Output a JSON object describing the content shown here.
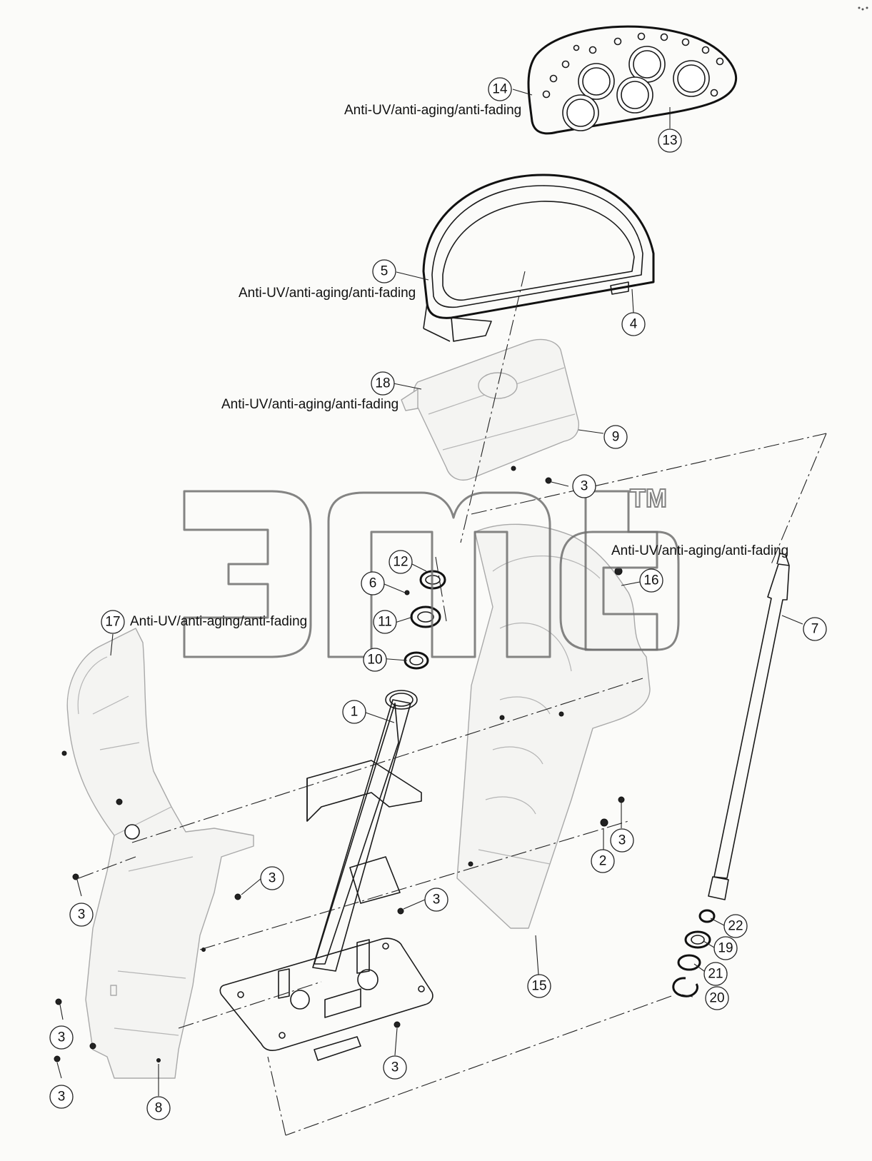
{
  "diagram": {
    "title": "",
    "note_text": "Anti-UV/anti-aging/anti-fading",
    "watermark": "3mcb",
    "watermark_mark": "TM"
  },
  "callouts": [
    {
      "id": "b14",
      "num": "14"
    },
    {
      "id": "b13",
      "num": "13"
    },
    {
      "id": "b5",
      "num": "5"
    },
    {
      "id": "b4",
      "num": "4"
    },
    {
      "id": "b18",
      "num": "18"
    },
    {
      "id": "b9",
      "num": "9"
    },
    {
      "id": "b3a",
      "num": "3"
    },
    {
      "id": "b12",
      "num": "12"
    },
    {
      "id": "b6",
      "num": "6"
    },
    {
      "id": "b11",
      "num": "11"
    },
    {
      "id": "b10",
      "num": "10"
    },
    {
      "id": "b16",
      "num": "16"
    },
    {
      "id": "b7",
      "num": "7"
    },
    {
      "id": "b17",
      "num": "17"
    },
    {
      "id": "b1",
      "num": "1"
    },
    {
      "id": "b3b",
      "num": "3"
    },
    {
      "id": "b2",
      "num": "2"
    },
    {
      "id": "b3c",
      "num": "3"
    },
    {
      "id": "b3d",
      "num": "3"
    },
    {
      "id": "b3e",
      "num": "3"
    },
    {
      "id": "b22",
      "num": "22"
    },
    {
      "id": "b19",
      "num": "19"
    },
    {
      "id": "b21",
      "num": "21"
    },
    {
      "id": "b15",
      "num": "15"
    },
    {
      "id": "b20",
      "num": "20"
    },
    {
      "id": "b3f",
      "num": "3"
    },
    {
      "id": "b3g",
      "num": "3"
    },
    {
      "id": "b3h",
      "num": "3"
    },
    {
      "id": "b8",
      "num": "8"
    }
  ],
  "notes": [
    {
      "id": "n14",
      "text": "Anti-UV/anti-aging/anti-fading"
    },
    {
      "id": "n5",
      "text": "Anti-UV/anti-aging/anti-fading"
    },
    {
      "id": "n18",
      "text": "Anti-UV/anti-aging/anti-fading"
    },
    {
      "id": "n16",
      "text": "Anti-UV/anti-aging/anti-fading"
    },
    {
      "id": "n17",
      "text": "Anti-UV/anti-aging/anti-fading"
    }
  ]
}
